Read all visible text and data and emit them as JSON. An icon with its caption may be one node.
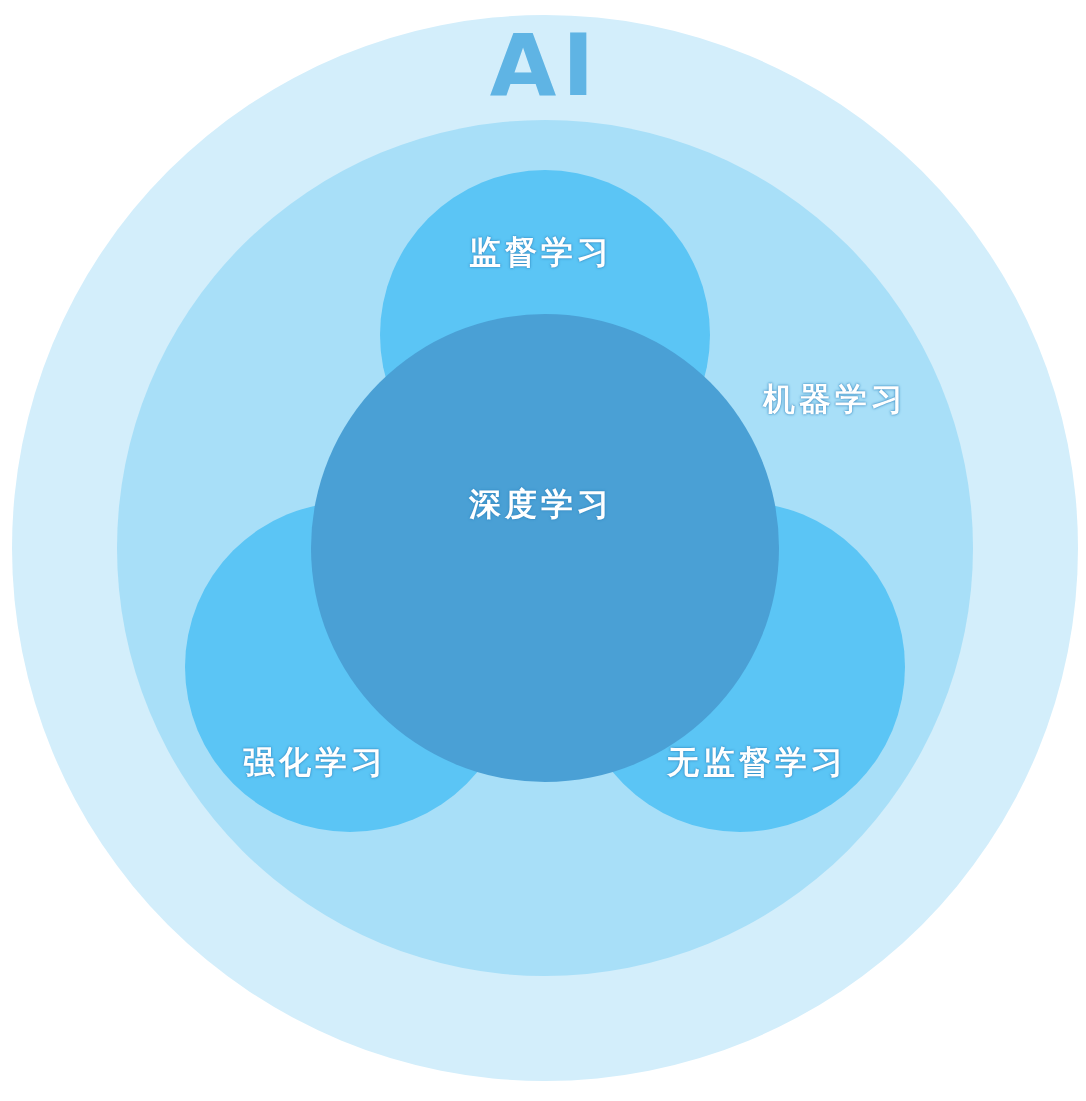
{
  "diagram": {
    "nodes": [
      {
        "text": [
          "AI"
        ]
      },
      {
        "text": [
          "机器学习"
        ],
        "in": 0
      },
      {
        "text": [
          "监督学习"
        ],
        "in": 1
      },
      {
        "text": [
          "强化学习"
        ],
        "in": 1
      },
      {
        "text": [
          "无监督学习"
        ],
        "in": 1
      },
      {
        "text": [
          "深度学习"
        ],
        "in": 1
      }
    ]
  }
}
